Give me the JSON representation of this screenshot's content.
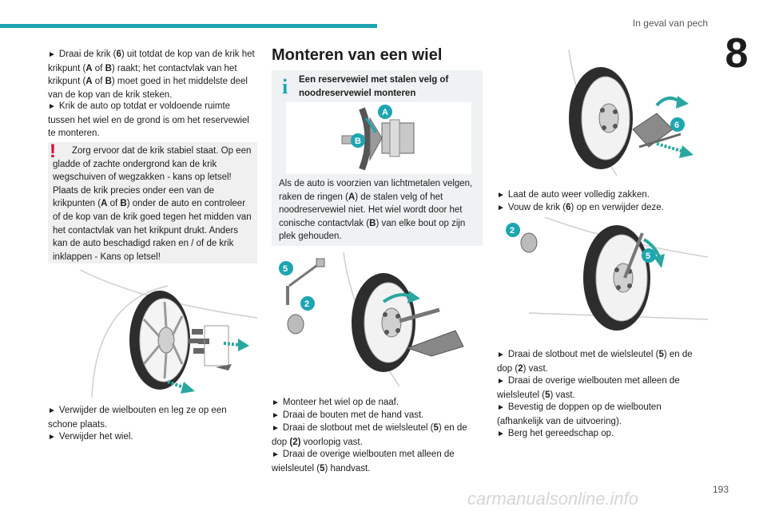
{
  "header": {
    "section": "In geval van pech",
    "chapter": "8",
    "page": "193"
  },
  "watermark": "carmanualsonline.info",
  "col1": {
    "p1": {
      "a": "Draai de krik (",
      "b": "6",
      "c": ") uit totdat de kop van de krik het krikpunt (",
      "d": "A",
      "e": " of ",
      "f": "B",
      "g": ") raakt; het contactvlak van het krikpunt (",
      "h": "A",
      "i": " of ",
      "j": "B",
      "k": ") moet goed in het middelste deel van de kop van de krik steken."
    },
    "p2": "Krik de auto op totdat er voldoende ruimte tussen het wiel en de grond is om het reservewiel te monteren.",
    "warning": {
      "a": "Zorg ervoor dat de krik stabiel staat. Op een gladde of zachte ondergrond kan de krik wegschuiven of wegzakken - kans op letsel! Plaats de krik precies onder een van de krikpunten (",
      "b": "A",
      "c": " of ",
      "d": "B",
      "e": ") onder de auto en controleer of de kop van de krik goed tegen het midden van het contactvlak van het krikpunt drukt. Anders kan de auto beschadigd raken en / of de krik inklappen - Kans op letsel!"
    },
    "p3": "Verwijder de wielbouten en leg ze op een schone plaats.",
    "p4": "Verwijder het wiel."
  },
  "col2": {
    "title": "Monteren van een wiel",
    "info_title": "Een reservewiel met stalen velg of noodreservewiel monteren",
    "info_text": {
      "a": "Als de auto is voorzien van lichtmetalen velgen, raken de ringen (",
      "b": "A",
      "c": ") de stalen velg of het noodreservewiel niet. Het wiel wordt door het conische contactvlak (",
      "d": "B",
      "e": ") van elke bout op zijn plek gehouden."
    },
    "fig1_labels": [
      "A",
      "B"
    ],
    "fig2_labels": [
      "5",
      "2"
    ],
    "p1": "Monteer het wiel op de naaf.",
    "p2": "Draai de bouten met de hand vast.",
    "p3": {
      "a": "Draai de slotbout met de wielsleutel (",
      "b": "5",
      "c": ") en de dop ",
      "d": "(2)",
      "e": " voorlopig vast."
    },
    "p4": {
      "a": "Draai de overige wielbouten met alleen de wielsleutel (",
      "b": "5",
      "c": ") handvast."
    }
  },
  "col3": {
    "fig1_labels": [
      "6"
    ],
    "p1": "Laat de auto weer volledig zakken.",
    "p2": {
      "a": "Vouw de krik (",
      "b": "6",
      "c": ") op en verwijder deze."
    },
    "fig2_labels": [
      "2",
      "5"
    ],
    "p3": {
      "a": "Draai de slotbout met de wielsleutel (",
      "b": "5",
      "c": ") en de dop (",
      "d": "2",
      "e": ") vast."
    },
    "p4": {
      "a": "Draai de overige wielbouten met alleen de wielsleutel (",
      "b": "5",
      "c": ") vast."
    },
    "p5": "Bevestig de doppen op de wielbouten (afhankelijk van de uitvoering).",
    "p6": "Berg het gereedschap op."
  },
  "bullet": "►",
  "colors": {
    "accent": "#1ea5b2",
    "warning": "#e3002c",
    "arrow": "#2aa7a0"
  }
}
